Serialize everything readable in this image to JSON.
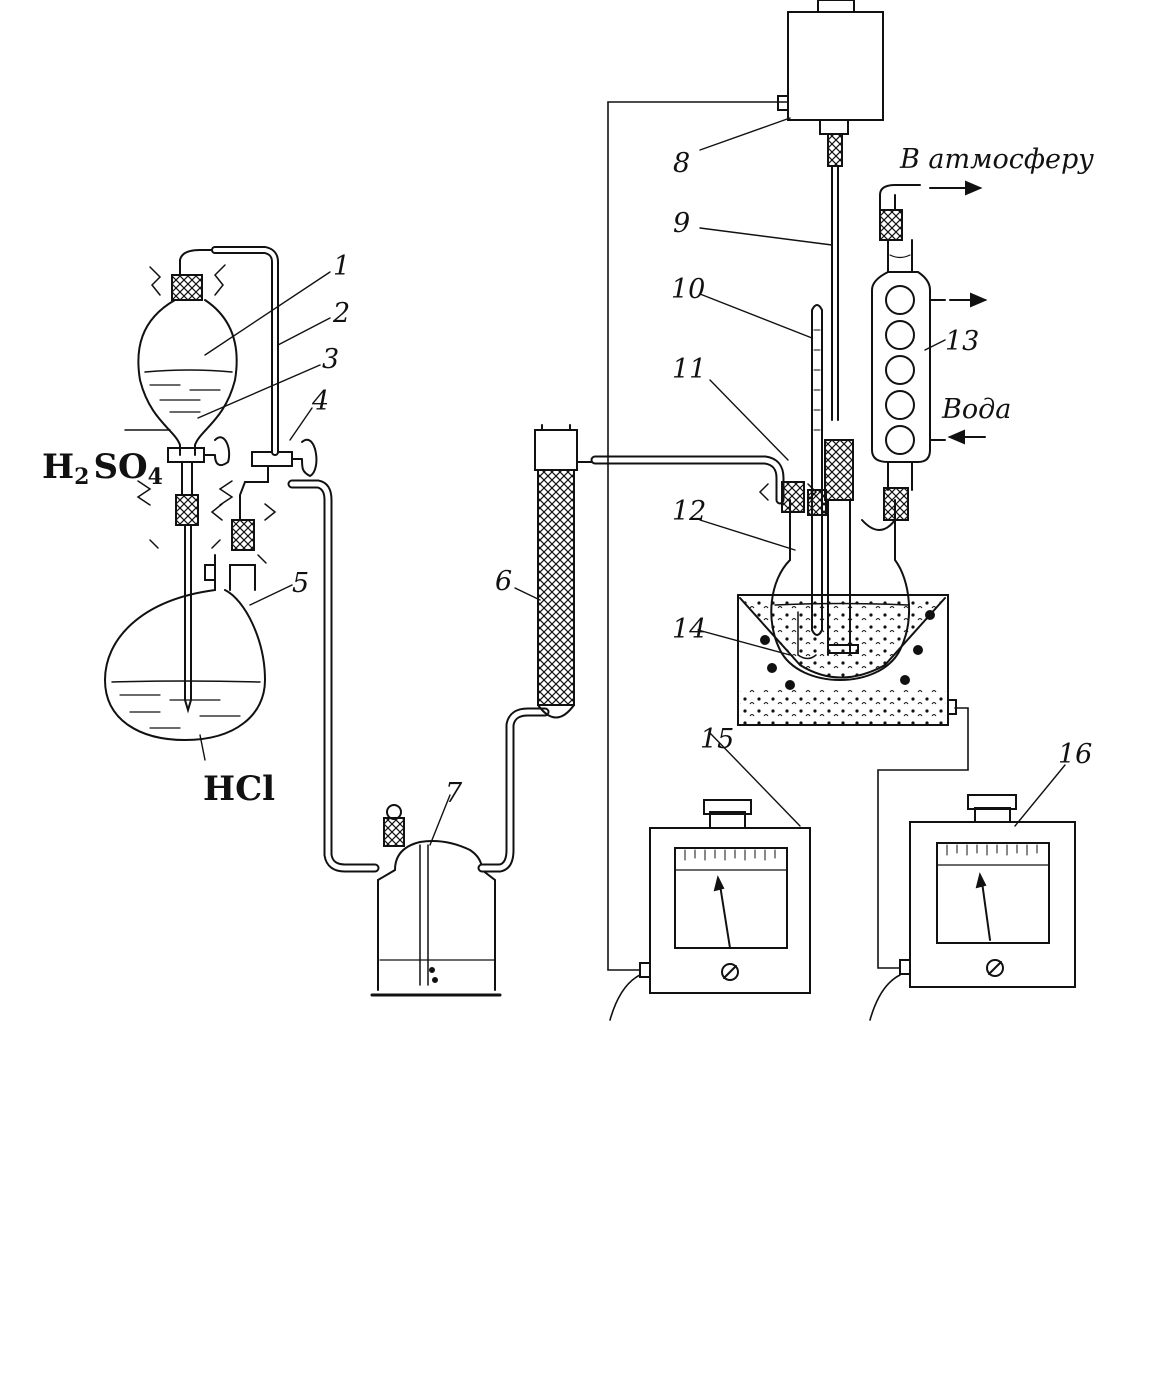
{
  "colors": {
    "ink": "#111111",
    "paper": "#ffffff"
  },
  "chemicals": {
    "acid_h2so4": {
      "h": "H",
      "sub2": "2",
      "so": "SO",
      "sub4": "4"
    },
    "acid_hcl": "HCl"
  },
  "flows": {
    "to_atmosphere": "В атмосферу",
    "water": "Вода"
  },
  "labels": {
    "n1": "1",
    "n2": "2",
    "n3": "3",
    "n4": "4",
    "n5": "5",
    "n6": "6",
    "n7": "7",
    "n8": "8",
    "n9": "9",
    "n10": "10",
    "n11": "11",
    "n12": "12",
    "n13": "13",
    "n14": "14",
    "n15": "15",
    "n16": "16"
  }
}
